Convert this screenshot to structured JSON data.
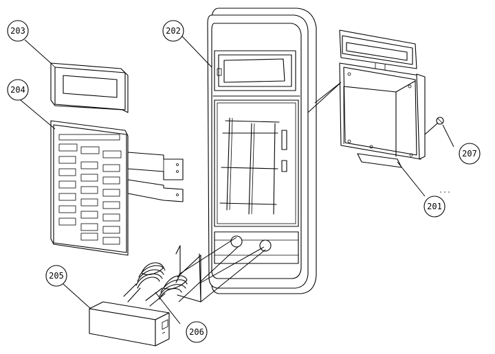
{
  "diagram": {
    "parts": [
      {
        "id": "door-frame",
        "callout": "202"
      },
      {
        "id": "control-window",
        "callout": "203"
      },
      {
        "id": "keypad-membrane",
        "callout": "204"
      },
      {
        "id": "door-latch-handle",
        "callout": "205"
      },
      {
        "id": "latch-springs",
        "callout": "206"
      },
      {
        "id": "control-circuit-board",
        "callout": "201"
      },
      {
        "id": "board-screw",
        "callout": "207"
      }
    ],
    "colors": {
      "line": "#000000",
      "background": "#ffffff"
    }
  }
}
